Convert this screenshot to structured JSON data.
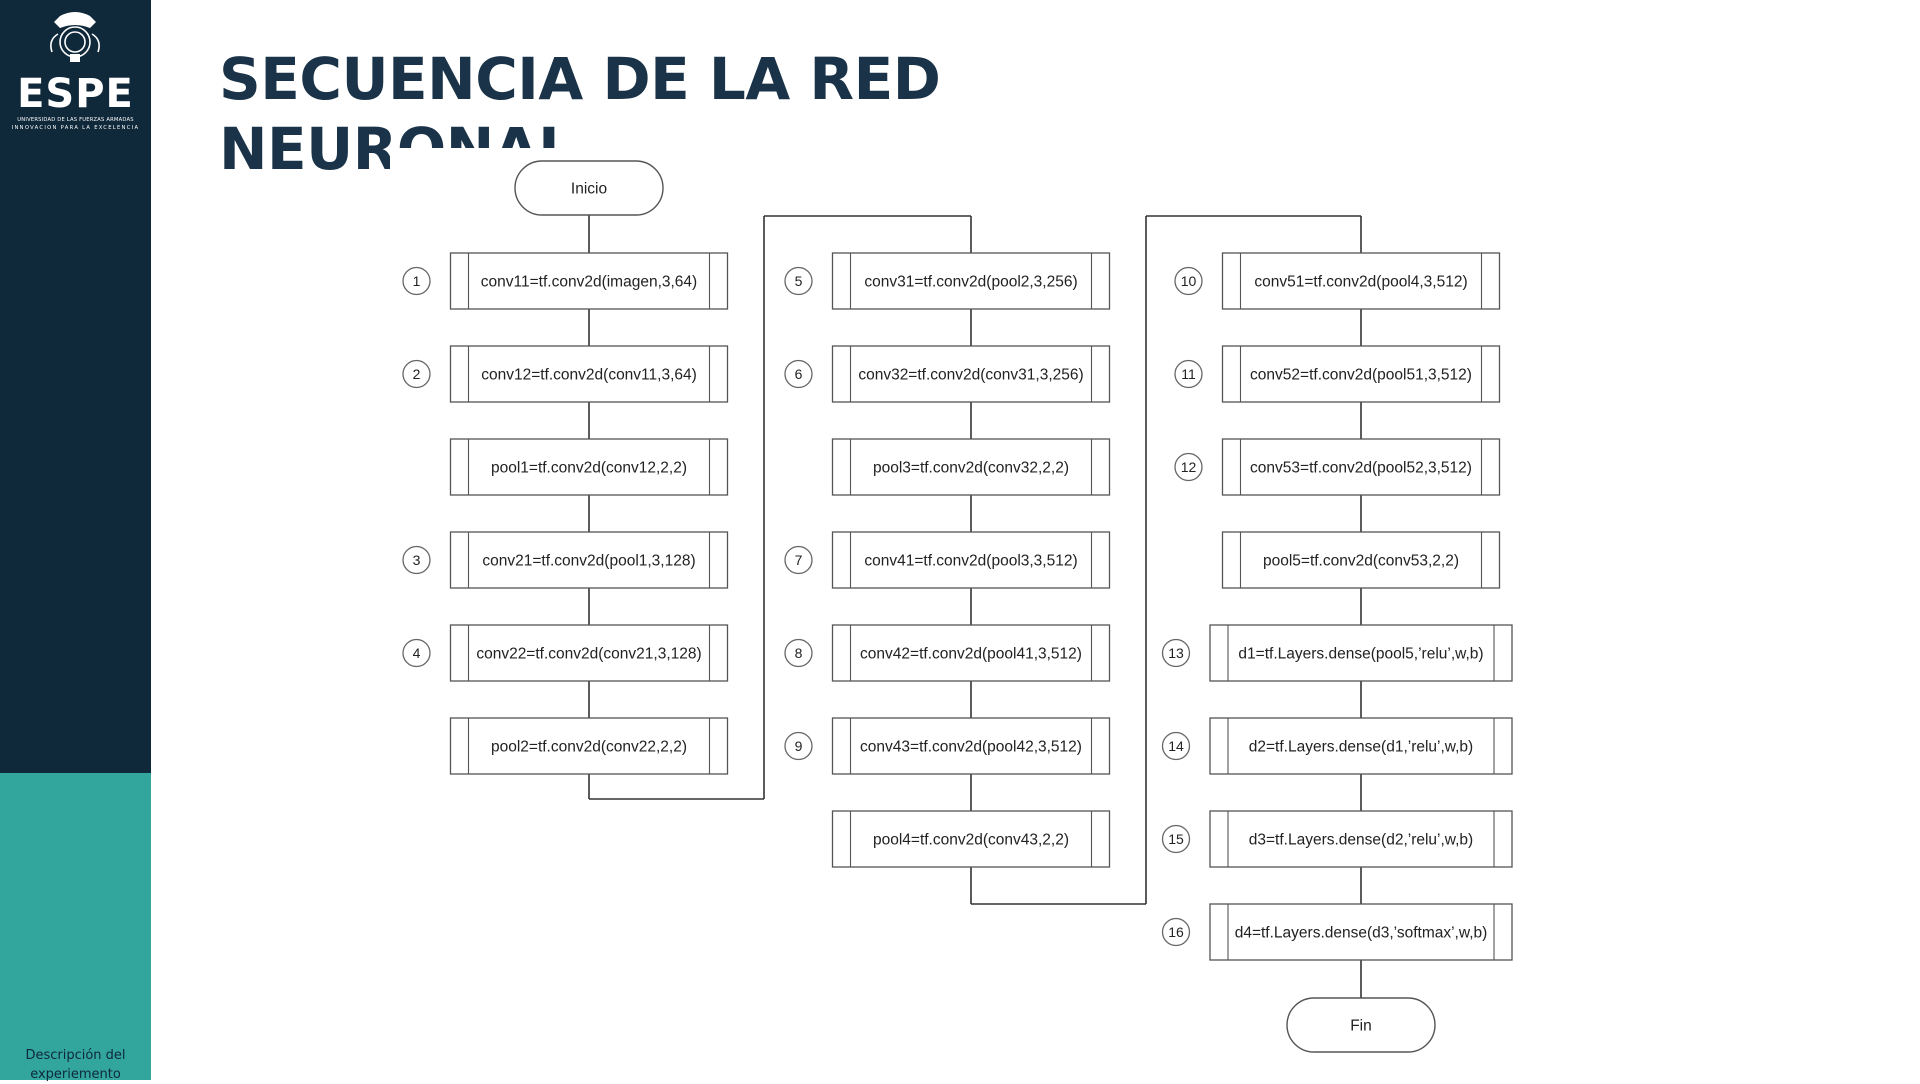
{
  "sidebar": {
    "logo_word": "ESPE",
    "logo_tagline_1": "UNIVERSIDAD DE LAS FUERZAS ARMADAS",
    "logo_tagline_2": "INNOVACIÓN PARA LA EXCELENCIA",
    "section_label": "Descripción del experiemento"
  },
  "header": {
    "title": "SECUENCIA DE LA RED\nNEURONAL"
  },
  "flowchart": {
    "start_label": "Inicio",
    "end_label": "Fin",
    "columns": [
      [
        {
          "num": "1",
          "label": "conv11=tf.conv2d(imagen,3,64)"
        },
        {
          "num": "2",
          "label": "conv12=tf.conv2d(conv11,3,64)"
        },
        {
          "num": "",
          "label": "pool1=tf.conv2d(conv12,2,2)"
        },
        {
          "num": "3",
          "label": "conv21=tf.conv2d(pool1,3,128)"
        },
        {
          "num": "4",
          "label": "conv22=tf.conv2d(conv21,3,128)"
        },
        {
          "num": "",
          "label": "pool2=tf.conv2d(conv22,2,2)"
        }
      ],
      [
        {
          "num": "5",
          "label": "conv31=tf.conv2d(pool2,3,256)"
        },
        {
          "num": "6",
          "label": "conv32=tf.conv2d(conv31,3,256)"
        },
        {
          "num": "",
          "label": "pool3=tf.conv2d(conv32,2,2)"
        },
        {
          "num": "7",
          "label": "conv41=tf.conv2d(pool3,3,512)"
        },
        {
          "num": "8",
          "label": "conv42=tf.conv2d(pool41,3,512)"
        },
        {
          "num": "9",
          "label": "conv43=tf.conv2d(pool42,3,512)"
        },
        {
          "num": "",
          "label": "pool4=tf.conv2d(conv43,2,2)"
        }
      ],
      [
        {
          "num": "10",
          "label": "conv51=tf.conv2d(pool4,3,512)"
        },
        {
          "num": "11",
          "label": "conv52=tf.conv2d(pool51,3,512)"
        },
        {
          "num": "12",
          "label": "conv53=tf.conv2d(pool52,3,512)"
        },
        {
          "num": "",
          "label": "pool5=tf.conv2d(conv53,2,2)"
        },
        {
          "num": "13",
          "label": "d1=tf.Layers.dense(pool5,’relu’,w,b)"
        },
        {
          "num": "14",
          "label": "d2=tf.Layers.dense(d1,’relu’,w,b)"
        },
        {
          "num": "15",
          "label": "d3=tf.Layers.dense(d2,’relu’,w,b)"
        },
        {
          "num": "16",
          "label": "d4=tf.Layers.dense(d3,’softmax’,w,b)"
        }
      ]
    ]
  }
}
